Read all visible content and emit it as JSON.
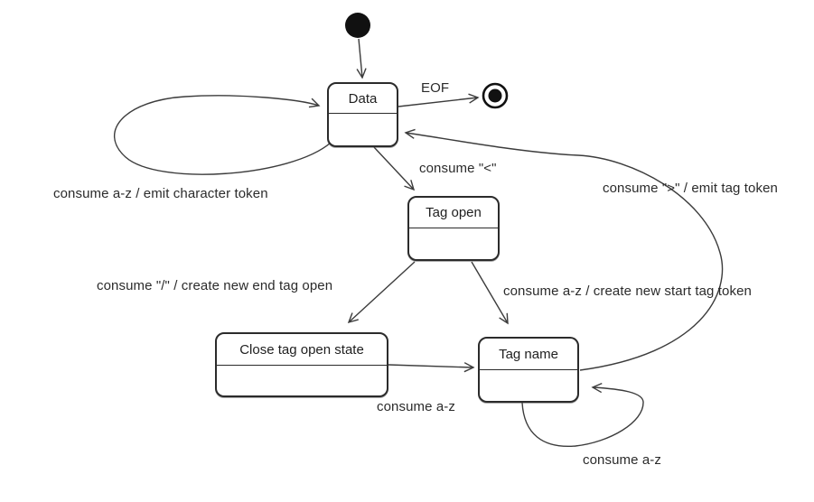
{
  "diagram": {
    "kind": "state-machine",
    "colors": {
      "line": "#3c3c3c",
      "text": "#2b2b2b",
      "state_border": "#2b2b2b",
      "state_fill": "#ffffff",
      "terminal_fill": "#111111"
    },
    "states": [
      {
        "id": "data",
        "label": "Data"
      },
      {
        "id": "tag-open",
        "label": "Tag open"
      },
      {
        "id": "close-tag-open",
        "label": "Close tag open state"
      },
      {
        "id": "tag-name",
        "label": "Tag name"
      }
    ],
    "pseudostates": [
      {
        "id": "initial",
        "type": "initial-state"
      },
      {
        "id": "final",
        "type": "final-state"
      }
    ],
    "transitions": [
      {
        "from": "initial",
        "to": "data",
        "label": ""
      },
      {
        "from": "data",
        "to": "final",
        "label": "EOF"
      },
      {
        "from": "data",
        "to": "data",
        "label": "consume a-z / emit character token"
      },
      {
        "from": "data",
        "to": "tag-open",
        "label": "consume \"<\""
      },
      {
        "from": "tag-open",
        "to": "close-tag-open",
        "label": "consume \"/\" / create new end tag open"
      },
      {
        "from": "tag-open",
        "to": "tag-name",
        "label": "consume a-z / create new start tag token"
      },
      {
        "from": "close-tag-open",
        "to": "tag-name",
        "label": "consume a-z"
      },
      {
        "from": "tag-name",
        "to": "tag-name",
        "label": "consume a-z"
      },
      {
        "from": "tag-name",
        "to": "data",
        "label": "consume \">\" / emit tag token"
      }
    ]
  }
}
